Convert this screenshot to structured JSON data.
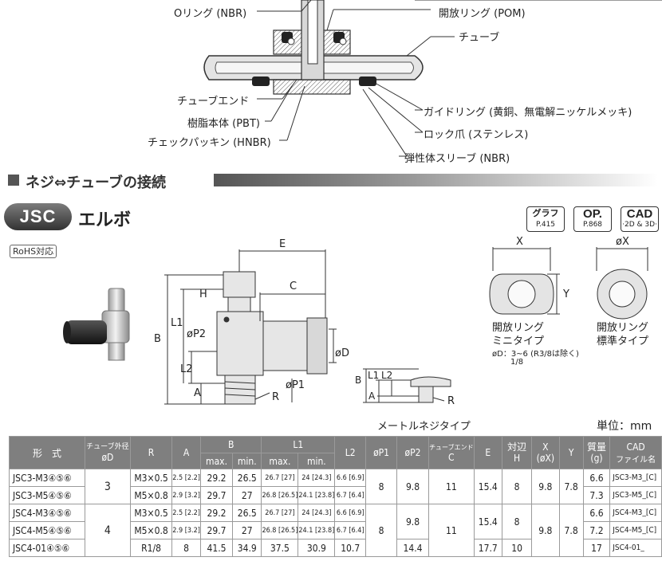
{
  "callouts": {
    "o_ring": "Oリング (NBR)",
    "release_ring": "開放リング (POM)",
    "tube": "チューブ",
    "tube_end": "チューブエンド",
    "resin_body": "樹脂本体 (PBT)",
    "check_packing": "チェックパッキン (HNBR)",
    "guide_ring": "ガイドリング (黄銅、無電解ニッケルメッキ)",
    "lock_claw": "ロック爪 (ステンレス)",
    "elastic_sleeve": "弾性体スリーブ (NBR)"
  },
  "section": {
    "title": "ネジ⇔チューブの接続"
  },
  "series": {
    "badge": "JSC",
    "name": "エルボ",
    "rohs": "RoHS対応"
  },
  "refs": {
    "graph": {
      "big": "グラフ",
      "page": "P.415"
    },
    "op": {
      "big": "OP.",
      "page": "P.868"
    },
    "cad": {
      "big": "CAD",
      "page": "·2D & 3D·"
    }
  },
  "dims": {
    "E": "E",
    "C": "C",
    "H": "H",
    "B": "B",
    "L1": "L1",
    "P2": "øP2",
    "L2": "L2",
    "A": "A",
    "R": "R",
    "P1": "øP1",
    "D": "øD"
  },
  "metric_dims": {
    "B": "B",
    "L1": "L1",
    "L2": "L2",
    "A": "A",
    "R": "R"
  },
  "release_types": {
    "mini": {
      "dim_x": "X",
      "dim_y": "Y",
      "label1": "開放リング",
      "label2": "ミニタイプ",
      "note1": "øD：3~6 (R3/8は除く)",
      "note2": "1/8"
    },
    "standard": {
      "dim_x": "øX",
      "label1": "開放リング",
      "label2": "標準タイプ"
    }
  },
  "subtype_label": "メートルネジタイプ",
  "unit_label": "単位：mm",
  "table": {
    "headers": {
      "model": "形　式",
      "tube_od": "チューブ外径",
      "tube_od2": "øD",
      "R": "R",
      "A": "A",
      "B": "B",
      "L1": "L1",
      "max": "max.",
      "min": "min.",
      "L2": "L2",
      "P1": "øP1",
      "P2": "øP2",
      "C_top": "チューブエンド",
      "C": "C",
      "E": "E",
      "H_top": "対辺",
      "H": "H",
      "X": "X",
      "X2": "(øX)",
      "Y": "Y",
      "mass": "質量",
      "mass2": "(g)",
      "cad": "CAD",
      "cad2": "ファイル名"
    },
    "rows": [
      {
        "model": "JSC3-M3④⑤⑥",
        "R": "M3×0.5",
        "A": "2.5 [2.2]",
        "Bmax": "29.2",
        "Bmin": "26.5",
        "L1max": "26.7 [27]",
        "L1min": "24 [24.3]",
        "L2": "6.6 [6.9]",
        "mass": "6.6",
        "cad": "JSC3-M3_[C]"
      },
      {
        "model": "JSC3-M5④⑤⑥",
        "R": "M5×0.8",
        "A": "2.9 [3.2]",
        "Bmax": "29.7",
        "Bmin": "27",
        "L1max": "26.8 [26.5]",
        "L1min": "24.1 [23.8]",
        "L2": "6.7 [6.4]",
        "mass": "7.3",
        "cad": "JSC3-M5_[C]"
      },
      {
        "model": "JSC4-M3④⑤⑥",
        "R": "M3×0.5",
        "A": "2.5 [2.2]",
        "Bmax": "29.2",
        "Bmin": "26.5",
        "L1max": "26.7 [27]",
        "L1min": "24 [24.3]",
        "L2": "6.6 [6.9]",
        "mass": "6.6",
        "cad": "JSC4-M3_[C]"
      },
      {
        "model": "JSC4-M5④⑤⑥",
        "R": "M5×0.8",
        "A": "2.9 [3.2]",
        "Bmax": "29.7",
        "Bmin": "27",
        "L1max": "26.8 [26.5]",
        "L1min": "24.1 [23.8]",
        "L2": "6.7 [6.4]",
        "mass": "7.2",
        "cad": "JSC4-M5_[C]"
      },
      {
        "model": "JSC4-01④⑤⑥",
        "R": "R1/8",
        "A": "8",
        "Bmax": "41.5",
        "Bmin": "34.9",
        "L1max": "37.5",
        "L1min": "30.9",
        "L2": "10.7",
        "P2": "14.4",
        "E": "17.7",
        "H": "10",
        "mass": "17",
        "cad": "JSC4-01_"
      }
    ],
    "group3": {
      "D": "3",
      "P1": "8",
      "P2": "9.8",
      "C": "11",
      "E": "15.4",
      "H": "8",
      "X": "9.8",
      "Y": "7.8"
    },
    "group4": {
      "D": "4",
      "P1": "8",
      "P2": "9.8",
      "C": "11",
      "E": "15.4",
      "H": "8",
      "X": "9.8",
      "Y": "7.8"
    }
  }
}
